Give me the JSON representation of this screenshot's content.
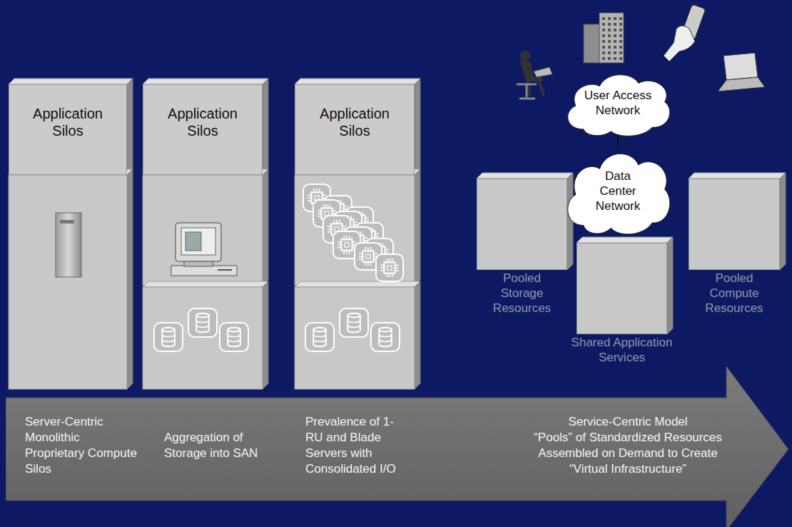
{
  "diagram": {
    "nodes": [
      {
        "text": [
          "Application Silos"
        ]
      },
      {
        "text": [
          "Application Silos"
        ]
      },
      {
        "text": [
          "Application Silos"
        ]
      },
      {
        "text": [
          "User Access Network"
        ]
      },
      {
        "text": [
          "Data Center Network"
        ]
      },
      {
        "text": [
          "Pooled Storage Resources"
        ]
      },
      {
        "text": [
          "Pooled Compute Resources"
        ]
      },
      {
        "text": [
          "Shared Application Services"
        ]
      },
      {
        "text": [
          "Server-Centric Monolithic Proprietary Compute Silos",
          "Aggregation of Storage into SAN",
          "Prevalence of 1-RU and Blade Servers with Consolidated I/O",
          "Service-Centric Model",
          "“Pools” of Standardized Resources Assembled on Demand to Create “Virtual Infrastructure”"
        ]
      }
    ],
    "edges": [
      {
        "from": 3,
        "to": 4,
        "arrow": "none"
      }
    ]
  }
}
